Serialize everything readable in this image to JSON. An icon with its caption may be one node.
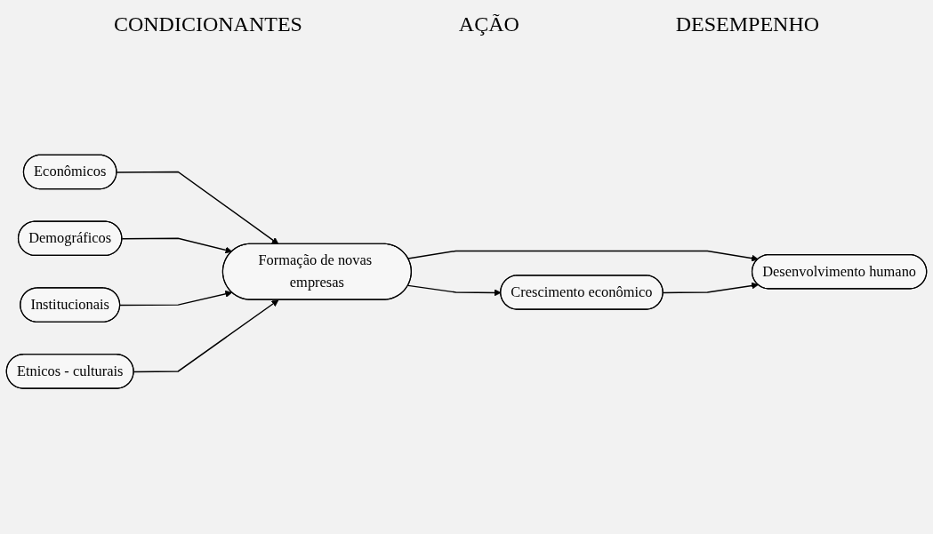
{
  "diagram": {
    "nodes": [
      {
        "text": [
          "Econômicos"
        ]
      },
      {
        "text": [
          "Demográficos"
        ]
      },
      {
        "text": [
          "Institucionais"
        ]
      },
      {
        "text": [
          "Etnicos - culturais"
        ]
      },
      {
        "text": [
          "Formação de novas empresas"
        ]
      },
      {
        "text": [
          "Crescimento econômico"
        ]
      },
      {
        "text": [
          "Desenvolvimento humano"
        ]
      }
    ],
    "edges": [
      {
        "from": 0,
        "to": 4,
        "arrow": "to"
      },
      {
        "from": 1,
        "to": 4,
        "arrow": "to"
      },
      {
        "from": 2,
        "to": 4,
        "arrow": "to"
      },
      {
        "from": 3,
        "to": 4,
        "arrow": "to"
      },
      {
        "from": 4,
        "to": 5,
        "arrow": "to"
      },
      {
        "from": 4,
        "to": 6,
        "arrow": "to"
      },
      {
        "from": 5,
        "to": 6,
        "arrow": "to"
      }
    ],
    "labels": [
      "CONDICIONANTES",
      "AÇÃO",
      "DESEMPENHO"
    ]
  }
}
